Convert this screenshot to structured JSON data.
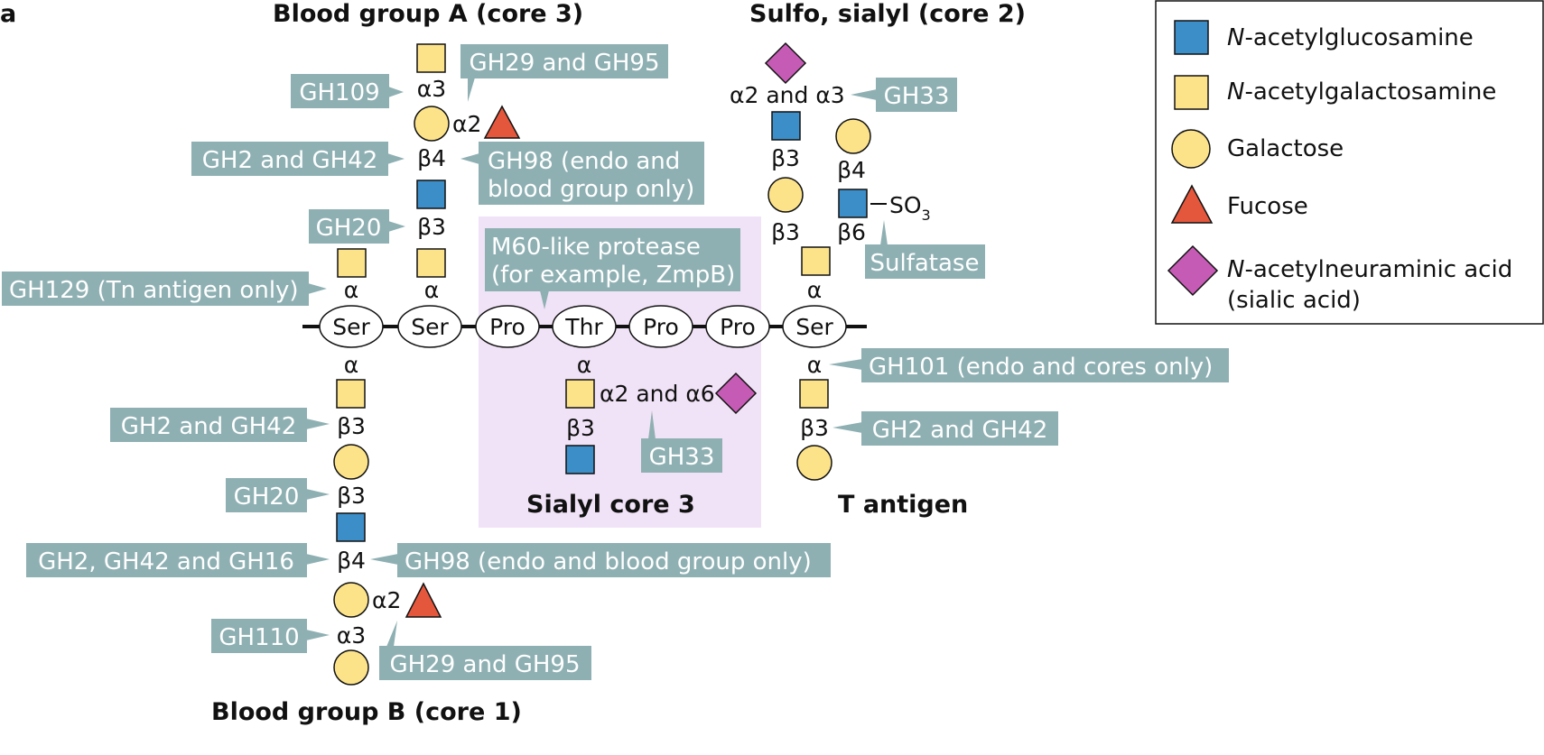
{
  "panel_letter": "a",
  "colors": {
    "label_box": "#8fb0b3",
    "highlight_region": "#f1e3f7",
    "glcnac": "#3c8ec8",
    "galnac": "#fce38a",
    "galactose": "#fce38a",
    "fucose": "#e4573c",
    "neu5ac": "#c65bb5"
  },
  "titles": {
    "blood_group_a": "Blood group A (core 3)",
    "sulfo_sialyl": "Sulfo, sialyl (core 2)",
    "sialyl_core3": "Sialyl core 3",
    "t_antigen": "T antigen",
    "blood_group_b": "Blood group B (core 1)"
  },
  "peptide": [
    "Ser",
    "Ser",
    "Pro",
    "Thr",
    "Pro",
    "Pro",
    "Ser"
  ],
  "enzymes": {
    "gh109": "GH109",
    "gh29_gh95_top": "GH29 and GH95",
    "gh2_gh42_top": "GH2 and GH42",
    "gh98_top_line1": "GH98 (endo and",
    "gh98_top_line2": "blood group only)",
    "gh20_top": "GH20",
    "gh129": "GH129 (Tn antigen only)",
    "m60_line1": "M60-like protease",
    "m60_line2": "(for example, ZmpB)",
    "gh33_top": "GH33",
    "sulfatase": "Sulfatase",
    "gh101": "GH101 (endo and cores only)",
    "gh2_gh42_right": "GH2 and GH42",
    "gh33_mid": "GH33",
    "gh2_gh42_left": "GH2 and GH42",
    "gh20_bottom": "GH20",
    "gh2_gh42_gh16": "GH2, GH42 and GH16",
    "gh98_bottom": "GH98 (endo and blood group only)",
    "gh110": "GH110",
    "gh29_gh95_bottom": "GH29 and GH95"
  },
  "linkages": {
    "a3_top": "α3",
    "a2_top": "α2",
    "b4_top": "β4",
    "b3_top": "β3",
    "alpha_ser1": "α",
    "alpha_ser2": "α",
    "a2_a3": "α2 and α3",
    "b3_sulfo": "β3",
    "b3_sulfo2": "β3",
    "b4_sulfo": "β4",
    "b6_sulfo": "β6",
    "so3": "SO",
    "so3_sub": "3",
    "alpha_ser_right": "α",
    "alpha_ser_bottom_left": "α",
    "b3_bl1": "β3",
    "b3_bl2": "β3",
    "b4_bl": "β4",
    "a2_bl": "α2",
    "a3_bl": "α3",
    "alpha_thr": "α",
    "a2_a6": "α2 and α6",
    "b3_thr": "β3",
    "alpha_t": "α",
    "b3_t": "β3"
  },
  "legend": [
    {
      "icon": "glcnac-square",
      "prefix": "N",
      "text": "-acetylglucosamine"
    },
    {
      "icon": "galnac-square",
      "prefix": "N",
      "text": "-acetylgalactosamine"
    },
    {
      "icon": "galactose-circle",
      "prefix": "",
      "text": "Galactose"
    },
    {
      "icon": "fucose-triangle",
      "prefix": "",
      "text": "Fucose"
    },
    {
      "icon": "neu5ac-diamond",
      "prefix": "N",
      "text": "-acetylneuraminic acid",
      "text2": "(sialic acid)"
    }
  ]
}
